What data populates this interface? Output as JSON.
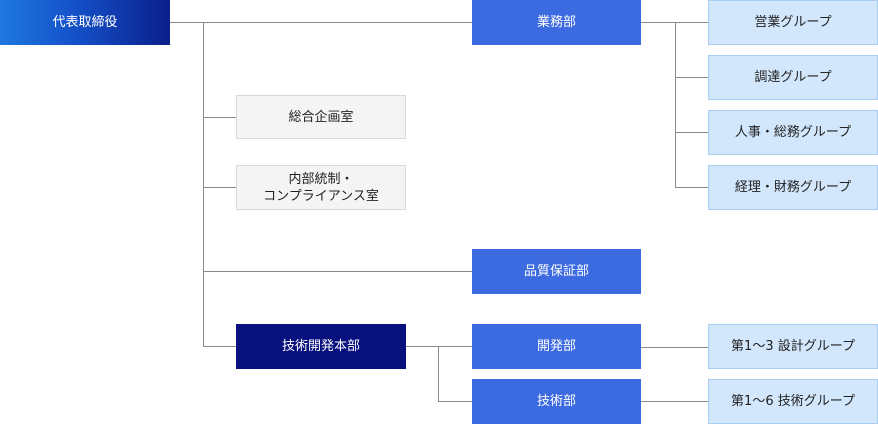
{
  "chart": {
    "ceo": "代表取締役",
    "gyomu": "業務部",
    "sogo_kikaku": "総合企画室",
    "naibu_tosei_line1": "内部統制・",
    "naibu_tosei_line2": "コンプライアンス室",
    "hinshitsu": "品質保証部",
    "gijutsu_kaihatsu": "技術開発本部",
    "kaihatsu": "開発部",
    "gijutsu": "技術部",
    "groups_gyomu": [
      "営業グループ",
      "調達グループ",
      "人事・総務グループ",
      "経理・財務グループ"
    ],
    "group_kaihatsu": "第1〜3 設計グループ",
    "group_gijutsu": "第1〜6 技術グループ"
  }
}
